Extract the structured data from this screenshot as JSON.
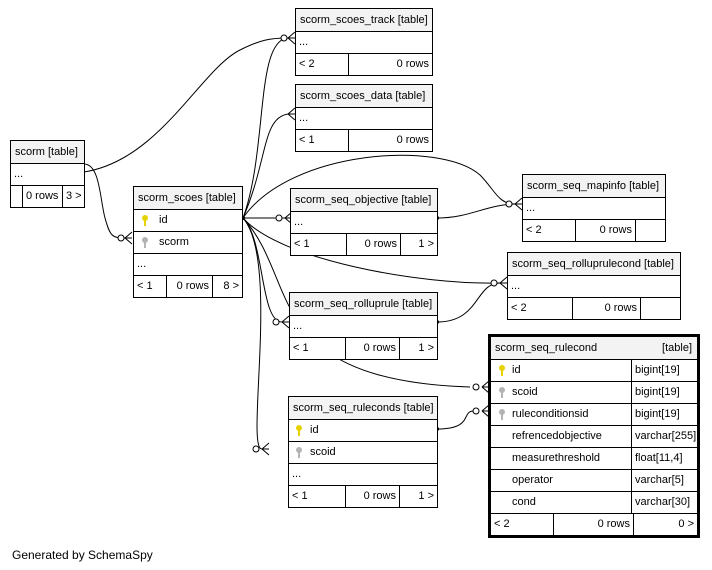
{
  "footer": "Generated by SchemaSpy",
  "tables": {
    "scorm_scoes_track": {
      "name": "scorm_scoes_track",
      "kind": "[table]",
      "ellipsis": "...",
      "parents": "< 2",
      "rows": "0 rows"
    },
    "scorm_scoes_data": {
      "name": "scorm_scoes_data",
      "kind": "[table]",
      "ellipsis": "...",
      "parents": "< 1",
      "rows": "0 rows"
    },
    "scorm": {
      "name": "scorm",
      "kind": "[table]",
      "ellipsis": "...",
      "rows": "0 rows",
      "children": "3 >"
    },
    "scorm_scoes": {
      "name": "scorm_scoes",
      "kind": "[table]",
      "col_id": "id",
      "col_scorm": "scorm",
      "ellipsis": "...",
      "parents": "< 1",
      "rows": "0 rows",
      "children": "8 >"
    },
    "scorm_seq_objective": {
      "name": "scorm_seq_objective",
      "kind": "[table]",
      "ellipsis": "...",
      "parents": "< 1",
      "rows": "0 rows",
      "children": "1 >"
    },
    "scorm_seq_mapinfo": {
      "name": "scorm_seq_mapinfo",
      "kind": "[table]",
      "ellipsis": "...",
      "parents": "< 2",
      "rows": "0 rows"
    },
    "scorm_seq_rolluprulecond": {
      "name": "scorm_seq_rolluprulecond",
      "kind": "[table]",
      "ellipsis": "...",
      "parents": "< 2",
      "rows": "0 rows"
    },
    "scorm_seq_rolluprule": {
      "name": "scorm_seq_rolluprule",
      "kind": "[table]",
      "ellipsis": "...",
      "parents": "< 1",
      "rows": "0 rows",
      "children": "1 >"
    },
    "scorm_seq_ruleconds": {
      "name": "scorm_seq_ruleconds",
      "kind": "[table]",
      "col_id": "id",
      "col_scoid": "scoid",
      "ellipsis": "...",
      "parents": "< 1",
      "rows": "0 rows",
      "children": "1 >"
    },
    "scorm_seq_rulecond": {
      "name": "scorm_seq_rulecond",
      "kind": "[table]",
      "columns": [
        {
          "name": "id",
          "type": "bigint[19]",
          "key": "primary"
        },
        {
          "name": "scoid",
          "type": "bigint[19]",
          "key": "foreign"
        },
        {
          "name": "ruleconditionsid",
          "type": "bigint[19]",
          "key": "foreign"
        },
        {
          "name": "refrencedobjective",
          "type": "varchar[255]",
          "key": ""
        },
        {
          "name": "measurethreshold",
          "type": "float[11,4]",
          "key": ""
        },
        {
          "name": "operator",
          "type": "varchar[5]",
          "key": ""
        },
        {
          "name": "cond",
          "type": "varchar[30]",
          "key": ""
        }
      ],
      "parents": "< 2",
      "rows": "0 rows",
      "children": "0 >"
    }
  }
}
